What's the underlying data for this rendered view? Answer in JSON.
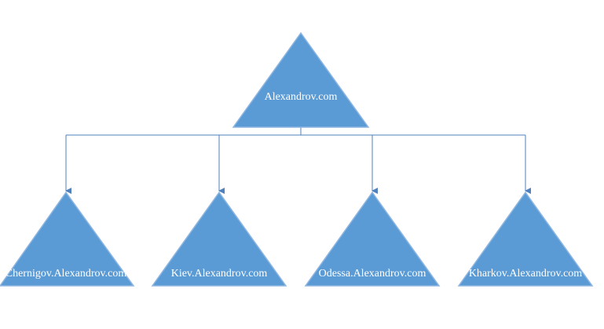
{
  "colors": {
    "node_fill": "#5b9bd5",
    "node_text": "#ffffff",
    "connector": "#4f81bd"
  },
  "root": {
    "label": "Alexandrov.com",
    "shape": "triangle"
  },
  "children": [
    {
      "label": "Chernigov.Alexandrov.com",
      "shape": "triangle"
    },
    {
      "label": "Kiev.Alexandrov.com",
      "shape": "triangle"
    },
    {
      "label": "Odessa.Alexandrov.com",
      "shape": "triangle"
    },
    {
      "label": "Kharkov.Alexandrov.com",
      "shape": "triangle"
    }
  ]
}
